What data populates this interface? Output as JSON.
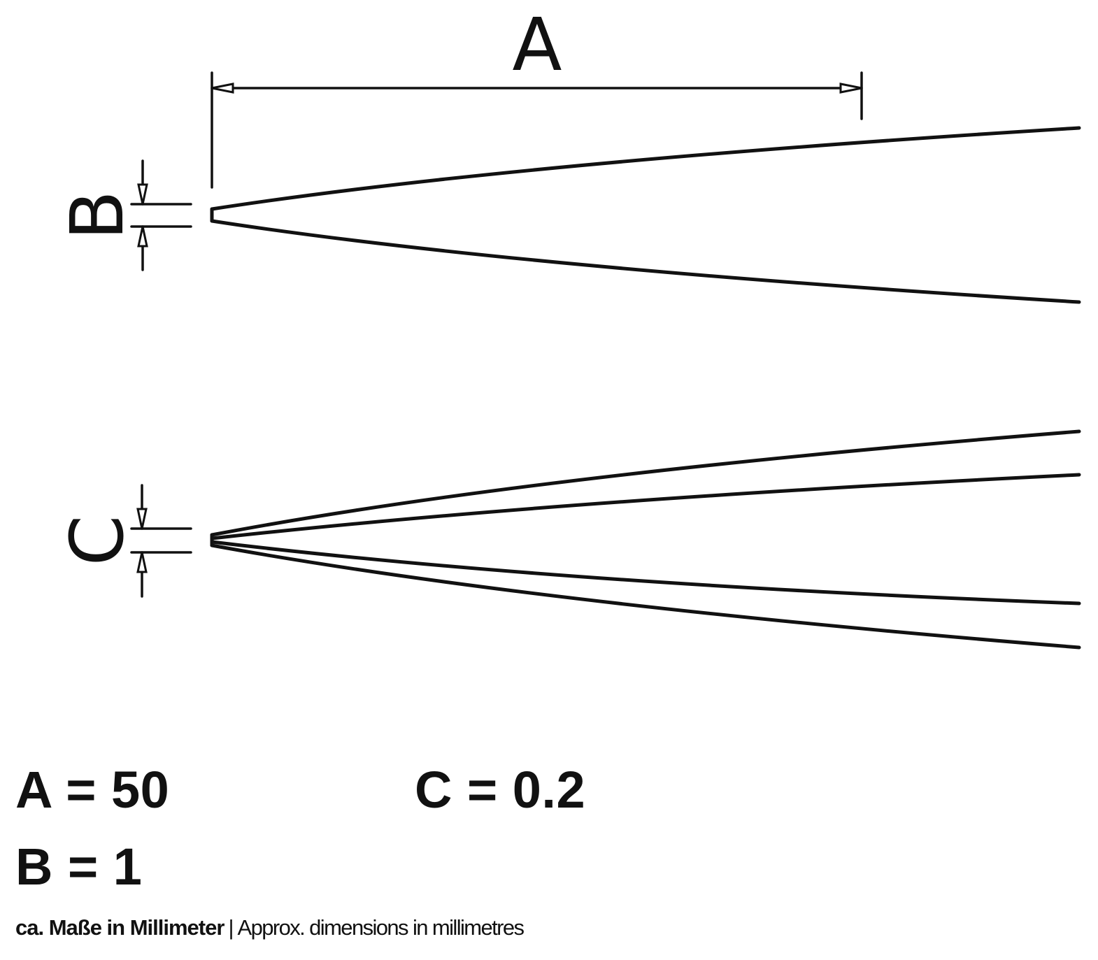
{
  "labels": {
    "a": "A",
    "b": "B",
    "c": "C"
  },
  "values": {
    "a": "A = 50",
    "b": "B = 1",
    "c": "C = 0.2"
  },
  "footnote": {
    "german": "ca. Maße in Millimeter",
    "separator": "|",
    "english": "Approx. dimensions in millimetres"
  }
}
